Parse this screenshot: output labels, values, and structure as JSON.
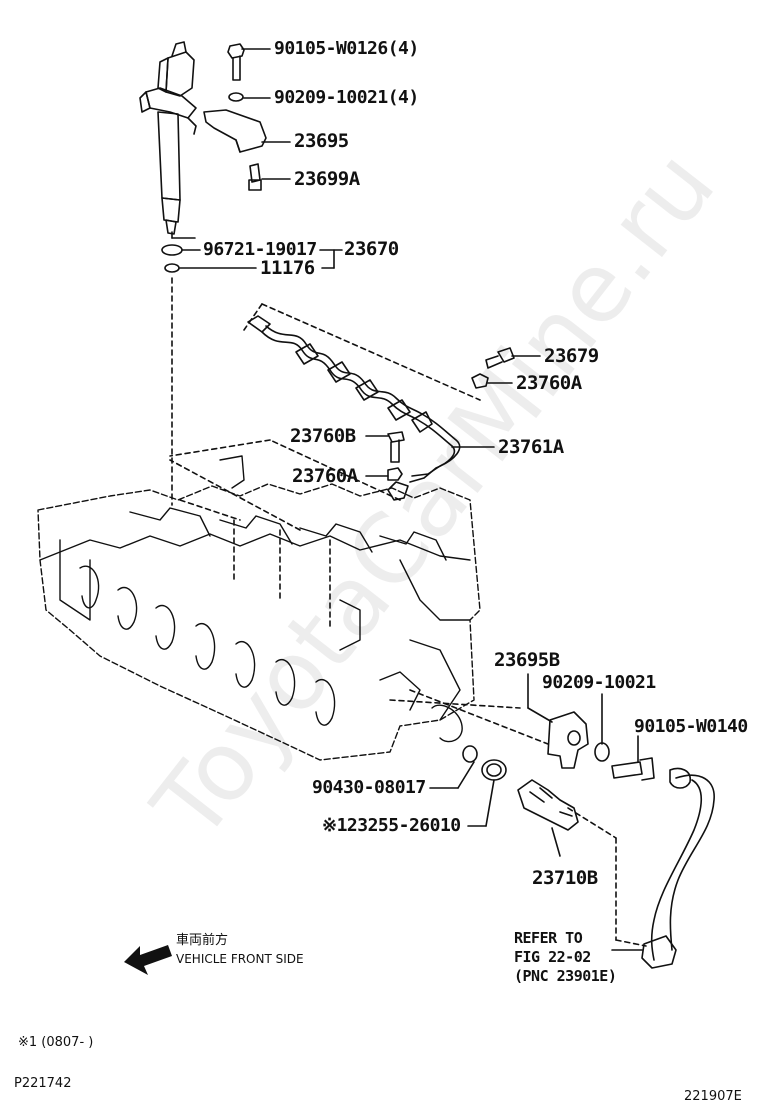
{
  "watermark": "ToyotaCarMine.ru",
  "labels": {
    "p90105_w0126": "90105-W0126(4)",
    "p90209_10021_4": "90209-10021(4)",
    "p23695": "23695",
    "p23699a": "23699A",
    "p96721": "96721-19017",
    "p23670": "23670",
    "p11176": "11176",
    "p23679": "23679",
    "p23760a_1": "23760A",
    "p23760b": "23760B",
    "p23761a": "23761A",
    "p23760a_2": "23760A",
    "p23695b": "23695B",
    "p90209_10021": "90209-10021",
    "p90105_w0140": "90105-W0140",
    "p90430": "90430-08017",
    "p23255": "※123255-26010",
    "p23710b": "23710B"
  },
  "refer": {
    "line1": "REFER TO",
    "line2": "FIG 22-02",
    "line3": "(PNC 23901E)"
  },
  "direction": {
    "japanese": "車両前方",
    "english": "VEHICLE FRONT SIDE"
  },
  "footnote": "※1 (0807-      )",
  "figure_id": "P221742",
  "catalog_code": "221907E"
}
